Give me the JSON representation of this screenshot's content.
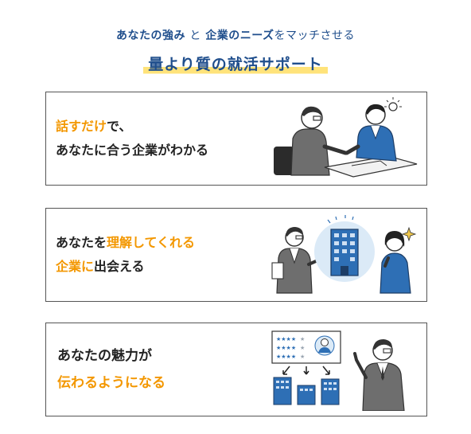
{
  "header": {
    "sub_part1": "あなたの強み",
    "sub_part2": "と",
    "sub_part3": "企業のニーズ",
    "sub_part4": "をマッチさせる",
    "title": "量より質の就活サポート"
  },
  "cards": [
    {
      "line1_accent": "話すだけ",
      "line1_rest": "で、",
      "line2": "あなたに合う企業がわかる"
    },
    {
      "line1_rest": "あなたを",
      "line1_accent": "理解してくれる",
      "line2_accent": "企業に",
      "line2_rest": "出会える"
    },
    {
      "line1": "あなたの魅力が",
      "line2_accent": "伝わるようになる"
    }
  ],
  "colors": {
    "brand": "#1f4e8c",
    "accent": "#f39700",
    "highlight": "#ffe37a",
    "building": "#2e6fb5"
  }
}
